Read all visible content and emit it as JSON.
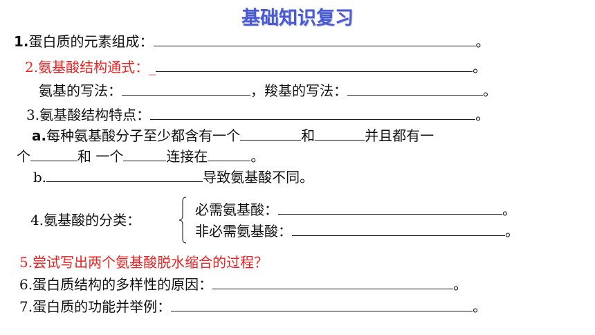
{
  "title": "基础知识复习",
  "q1": {
    "label_num": "1.",
    "label_text": "蛋白质的元素组成：",
    "end": "。"
  },
  "q2": {
    "label": "2.氨基酸结构通式：",
    "mark": "_",
    "end": "。"
  },
  "q2b": {
    "amino": "氨基的写法：",
    "carboxyl": "，羧基的写法：",
    "end": "。"
  },
  "q3": {
    "label": "3.氨基酸结构特点：",
    "end": "。"
  },
  "q3a": {
    "letter": "a.",
    "text1": "每种氨基酸分子至少都含有一个",
    "and1": "和",
    "text2": "并且都有一",
    "line2_start": "个",
    "and2": "和  一个",
    "link": "连接在",
    "end": "。"
  },
  "q3b": {
    "letter": "b.",
    "text": "导致氨基酸不同。"
  },
  "q4": {
    "label": "4.氨基酸的分类：",
    "essential": "必需氨基酸：",
    "nonessential": "非必需氨基酸：",
    "end": "。"
  },
  "q5": {
    "text": "5.尝试写出两个氨基酸脱水缩合的过程？"
  },
  "q6": {
    "label": "6.蛋白质结构的多样性的原因：",
    "end": "。"
  },
  "q7": {
    "label": "7.蛋白质的功能并举例：",
    "end": "。"
  }
}
